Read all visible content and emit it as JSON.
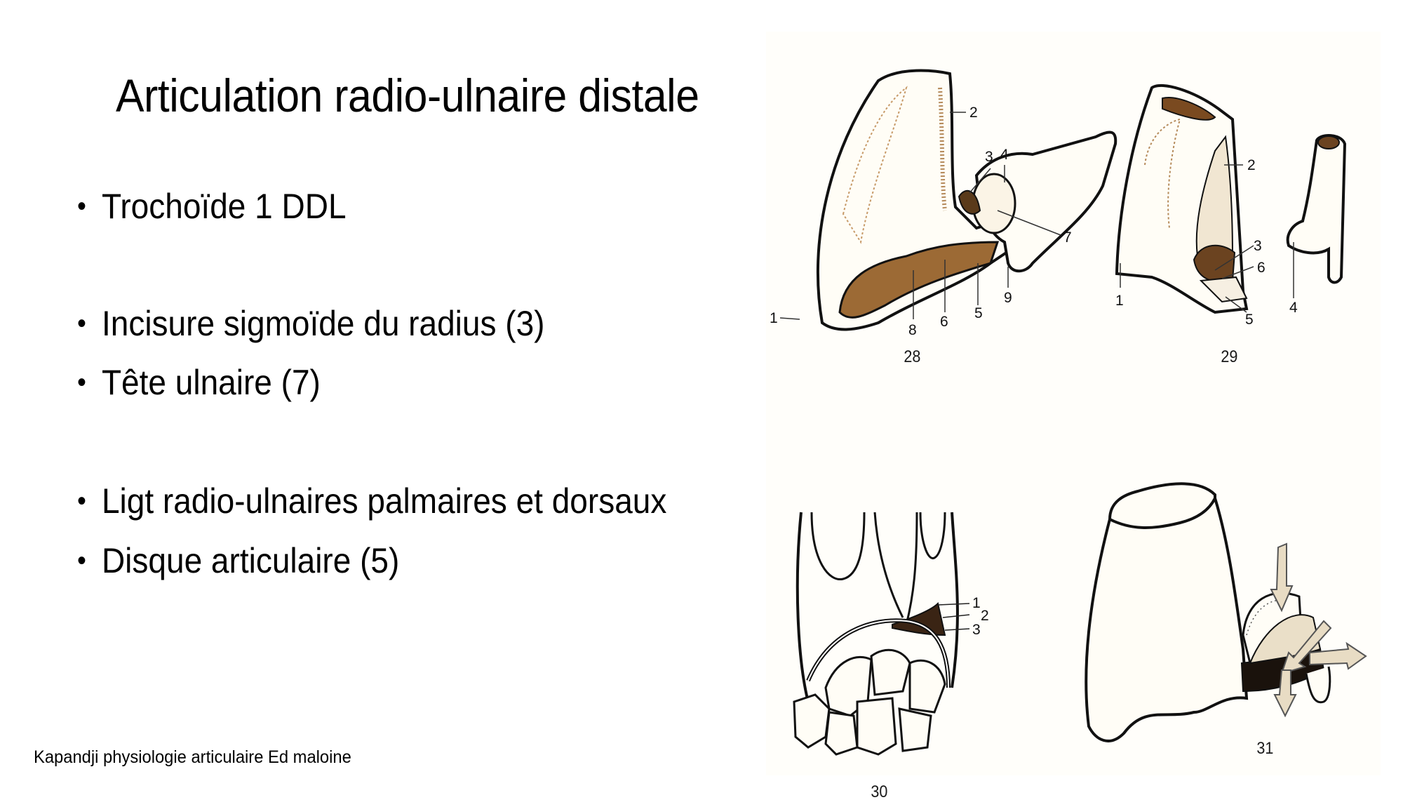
{
  "slide": {
    "title": "Articulation radio-ulnaire distale",
    "bullets": [
      {
        "text": "Trochoïde 1 DDL"
      },
      {
        "text": "Incisure sigmoïde du radius (3)"
      },
      {
        "text": "Tête ulnaire (7)"
      },
      {
        "text": "Ligt radio-ulnaires palmaires et dorsaux"
      },
      {
        "text": "Disque articulaire (5)"
      }
    ],
    "bullet_glyph": "•",
    "footer": "Kapandji physiologie articulaire Ed maloine"
  },
  "figures": {
    "fig28": {
      "caption": "28",
      "labels": [
        "1",
        "2",
        "3",
        "4",
        "5",
        "6",
        "7",
        "8",
        "9"
      ]
    },
    "fig29": {
      "caption": "29",
      "labels": [
        "1",
        "2",
        "3",
        "4",
        "5",
        "6"
      ]
    },
    "fig30": {
      "caption": "30",
      "labels": [
        "1",
        "2",
        "3"
      ]
    },
    "fig31": {
      "caption": "31"
    }
  },
  "colors": {
    "background": "#ffffff",
    "text": "#000000",
    "bone_shading": "#8a5a2b",
    "ligament_dark": "#2b1a10",
    "arrow_fill": "#e8dcc4"
  }
}
